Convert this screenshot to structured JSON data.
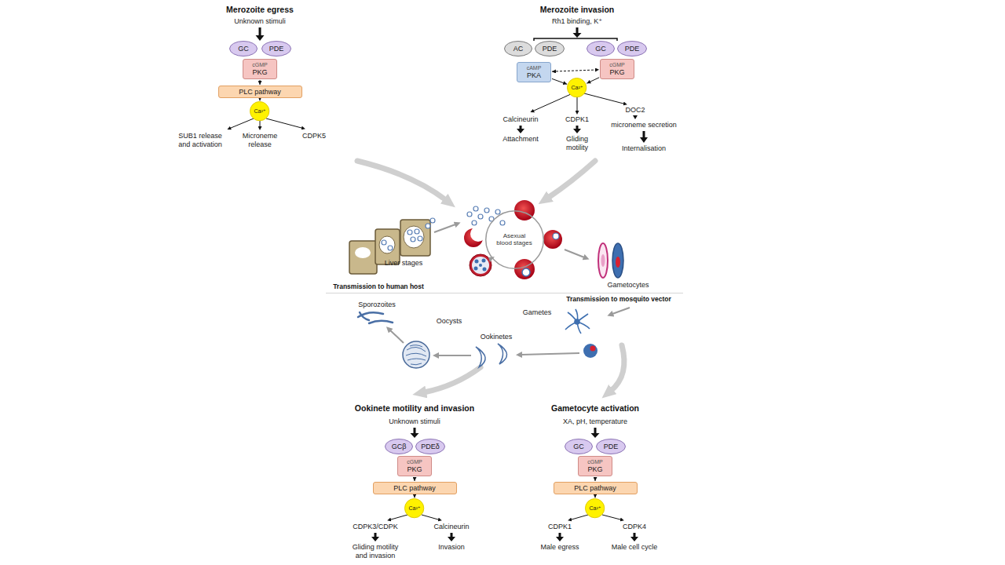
{
  "diagram": {
    "nodes": [
      {
        "text": [
          "GC"
        ]
      },
      {
        "text": [
          "PDE"
        ]
      },
      {
        "text": [
          "cGMP",
          "PKG"
        ]
      },
      {
        "text": [
          "PLC pathway"
        ]
      },
      {
        "text": [
          "Ca²⁺"
        ]
      },
      {
        "text": [
          "AC"
        ]
      },
      {
        "text": [
          "PDE"
        ]
      },
      {
        "text": [
          "cAMP",
          "PKA"
        ]
      },
      {
        "text": [
          "GC"
        ]
      },
      {
        "text": [
          "PDE"
        ]
      },
      {
        "text": [
          "cGMP",
          "PKG"
        ]
      },
      {
        "text": [
          "Ca²⁺"
        ]
      },
      {
        "text": [
          "GCβ"
        ]
      },
      {
        "text": [
          "PDEδ"
        ]
      },
      {
        "text": [
          "cGMP",
          "PKG"
        ]
      },
      {
        "text": [
          "PLC pathway"
        ]
      },
      {
        "text": [
          "Ca²⁺"
        ]
      },
      {
        "text": [
          "GC"
        ]
      },
      {
        "text": [
          "PDE"
        ]
      },
      {
        "text": [
          "cGMP",
          "PKG"
        ]
      },
      {
        "text": [
          "PLC pathway"
        ]
      },
      {
        "text": [
          "Ca²⁺"
        ]
      },
      {
        "text": [
          "Asexual blood stages"
        ]
      }
    ],
    "edges": [
      {
        "from": 2,
        "to": 3,
        "arrow": "to"
      },
      {
        "from": 3,
        "to": 4,
        "arrow": "to"
      },
      {
        "from": 7,
        "to": 10,
        "arrow": "both"
      },
      {
        "from": 7,
        "to": 11,
        "arrow": "to"
      },
      {
        "from": 10,
        "to": 11,
        "arrow": "to"
      },
      {
        "from": 14,
        "to": 15,
        "arrow": "to"
      },
      {
        "from": 15,
        "to": 16,
        "arrow": "to"
      },
      {
        "from": 19,
        "to": 20,
        "arrow": "to"
      },
      {
        "from": 20,
        "to": 21,
        "arrow": "to"
      }
    ],
    "labels": [
      "Merozoite egress",
      "Unknown stimuli",
      "SUB1 release and activation",
      "Microneme release",
      "CDPK5",
      "Merozoite invasion",
      "Rh1 binding, K⁺",
      "Calcineurin",
      "Attachment",
      "CDPK1",
      "Gliding motility",
      "DOC2",
      "microneme secretion",
      "Internalisation",
      "Liver stages",
      "Gametocytes",
      "Transmission to human host",
      "Transmission to mosquito vector",
      "Sporozoites",
      "Oocysts",
      "Ookinetes",
      "Gametes",
      "Ookinete motility and invasion",
      "Unknown stimuli",
      "CDPK3/CDPK",
      "Gliding motility and invasion",
      "Calcineurin",
      "Invasion",
      "Gametocyte activation",
      "XA, pH, temperature",
      "CDPK1",
      "Male egress",
      "CDPK4",
      "Male cell cycle"
    ]
  }
}
